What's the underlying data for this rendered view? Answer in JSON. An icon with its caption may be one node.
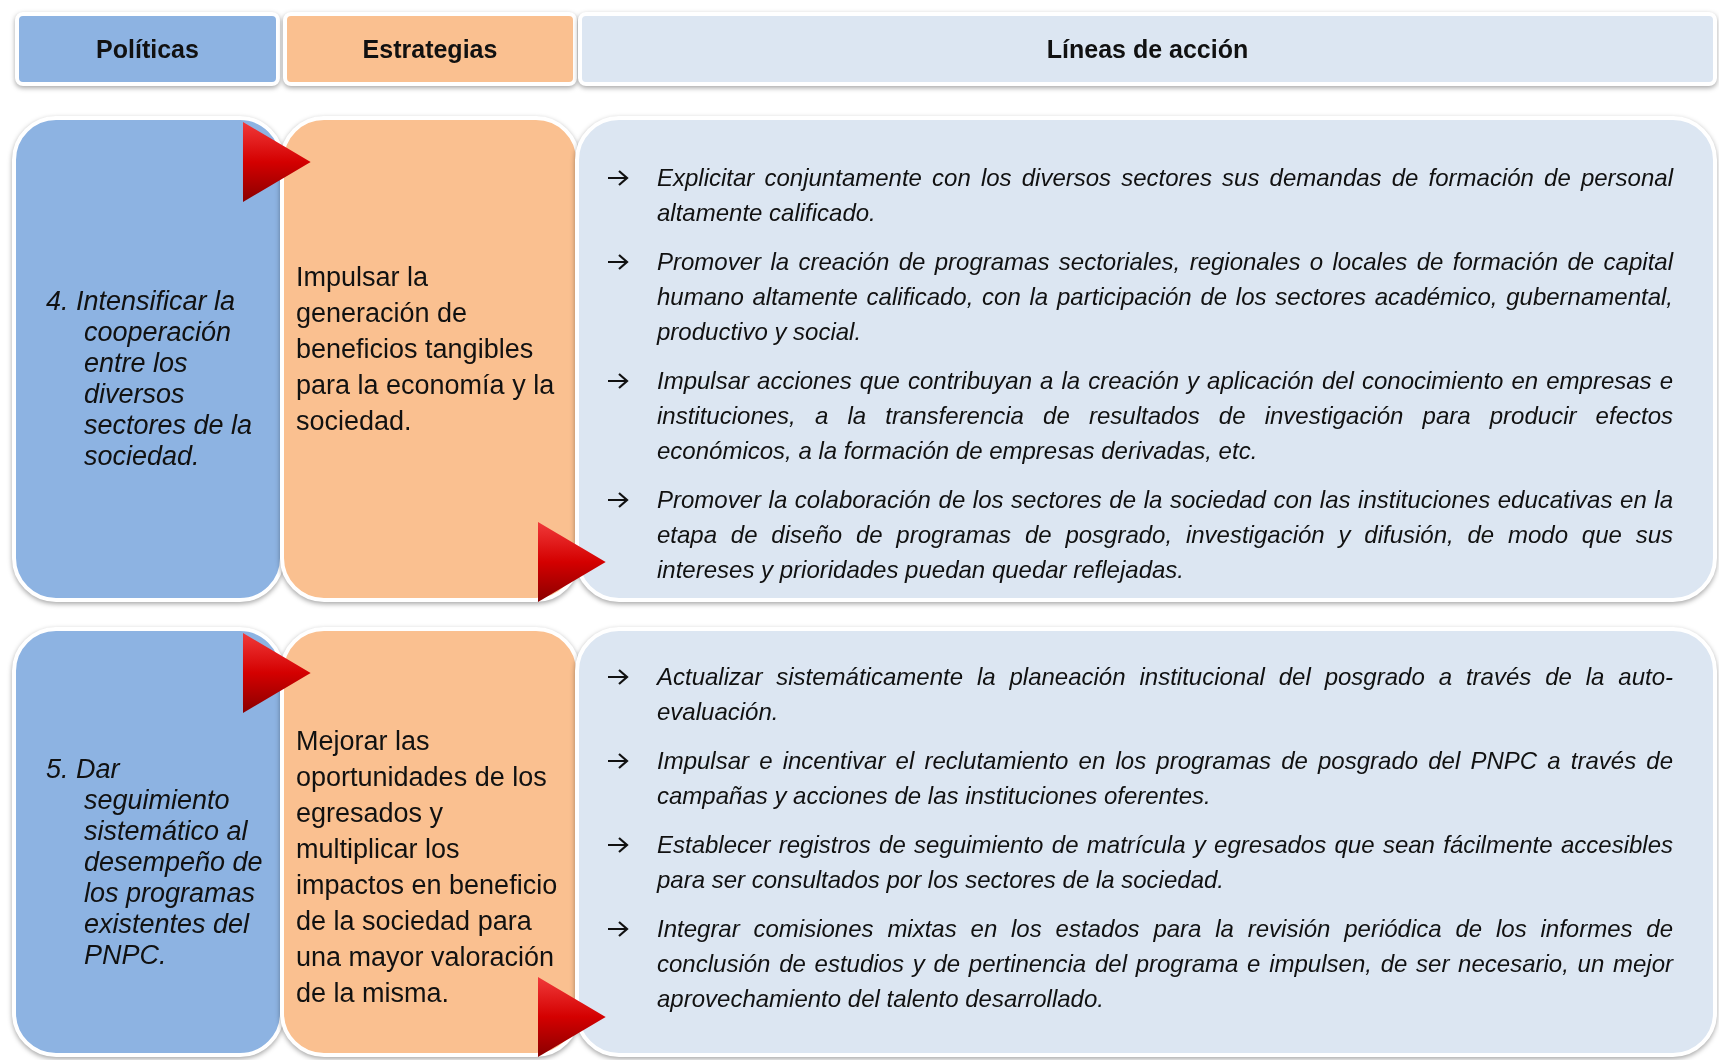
{
  "diagram": {
    "nodes": [
      {
        "text": [
          "Políticas"
        ]
      },
      {
        "text": [
          "Estrategias"
        ]
      },
      {
        "text": [
          "Líneas de acción"
        ]
      },
      {
        "text": [
          "4. Intensificar la cooperación entre los diversos sectores de la sociedad."
        ]
      },
      {
        "text": [
          "Impulsar la generación de beneficios tangibles para la economía y la sociedad."
        ]
      },
      {
        "text": [
          "Explicitar conjuntamente con los diversos sectores sus demandas de formación de personal altamente calificado.",
          "Promover la creación de programas sectoriales, regionales o locales de formación de capital humano altamente calificado, con la participación de los sectores académico, gubernamental, productivo y social.",
          "Impulsar acciones que contribuyan a la creación y aplicación del conocimiento en empresas e instituciones, a la transferencia de resultados de investigación para producir efectos económicos, a la formación de empresas derivadas, etc.",
          "Promover la colaboración de los sectores de la sociedad con las instituciones educativas en la etapa de diseño de programas de posgrado, investigación y difusión, de modo que sus intereses y prioridades puedan quedar reflejadas."
        ]
      },
      {
        "text": [
          "5. Dar seguimiento sistemático al desempeño de los programas existentes del PNPC."
        ]
      },
      {
        "text": [
          "Mejorar las oportunidades de los egresados y multiplicar los impactos en beneficio de la sociedad para una mayor valoración de la misma."
        ]
      },
      {
        "text": [
          "Actualizar sistemáticamente la planeación institucional del posgrado a través de la auto-evaluación.",
          "Impulsar e incentivar el reclutamiento en los programas de posgrado del PNPC a través de campañas y acciones de las instituciones oferentes.",
          "Establecer registros de seguimiento de matrícula y egresados que sean fácilmente accesibles para ser consultados por los sectores de la sociedad.",
          "Integrar comisiones mixtas en los estados para la revisión periódica de los informes de conclusión de estudios y de pertinencia del programa e impulsen, de ser necesario, un mejor aprovechamiento del talento desarrollado."
        ]
      }
    ],
    "edges": [
      {
        "from": 3,
        "to": 4,
        "arrow": "to"
      },
      {
        "from": 4,
        "to": 5,
        "arrow": "to"
      },
      {
        "from": 6,
        "to": 7,
        "arrow": "to"
      },
      {
        "from": 7,
        "to": 8,
        "arrow": "to"
      }
    ]
  }
}
